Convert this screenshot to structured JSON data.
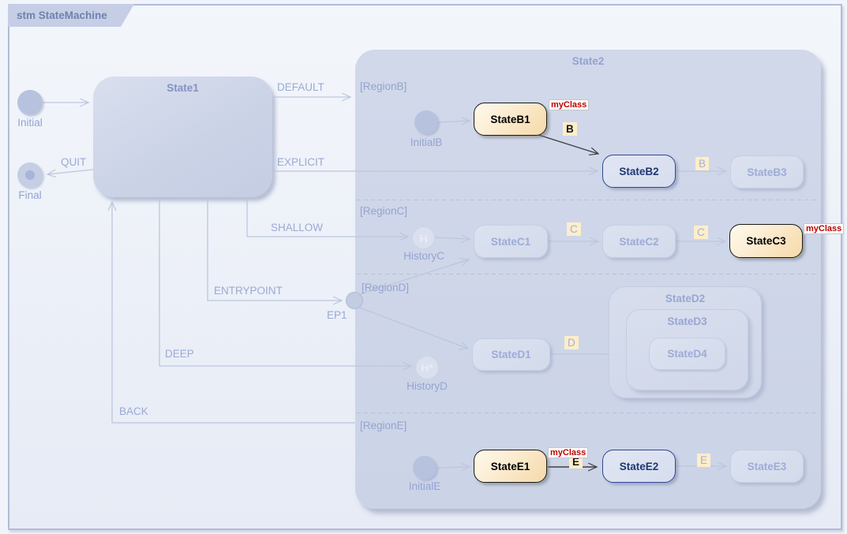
{
  "frame": {
    "tab_title": "stm StateMachine"
  },
  "diagram": {
    "state1_title": "State1",
    "state2_title": "State2",
    "initial_label": "Initial",
    "final_label": "Final"
  },
  "regions": {
    "b": "[RegionB]",
    "c": "[RegionC]",
    "d": "[RegionD]",
    "e": "[RegionE]"
  },
  "pseudostates": {
    "initial_b": "InitialB",
    "history_c": "HistoryC",
    "history_c_glyph": "H",
    "history_d": "HistoryD",
    "history_d_glyph": "H*",
    "initial_e": "InitialE",
    "entry_point": "EP1"
  },
  "states": {
    "b1": "StateB1",
    "b2": "StateB2",
    "b3": "StateB3",
    "c1": "StateC1",
    "c2": "StateC2",
    "c3": "StateC3",
    "d1": "StateD1",
    "d2": "StateD2",
    "d3": "StateD3",
    "d4": "StateD4",
    "e1": "StateE1",
    "e2": "StateE2",
    "e3": "StateE3"
  },
  "transitions": {
    "default": "DEFAULT",
    "quit": "QUIT",
    "explicit": "EXPLICIT",
    "shallow": "SHALLOW",
    "entrypoint": "ENTRYPOINT",
    "deep": "DEEP",
    "back": "BACK"
  },
  "events": {
    "b_dark": "B",
    "b_faded": "B",
    "c_left": "C",
    "c_right": "C",
    "d": "D",
    "e_dark": "E",
    "e_faded": "E"
  },
  "stereotypes": {
    "b1": "myClass",
    "c3": "myClass",
    "e1": "myClass"
  },
  "colors": {
    "highlight_fill": "#f6d9a8",
    "highlight_border": "#1a1a1a",
    "active_state_border": "#2e4896",
    "stereotype_text": "#c00000",
    "faded_ink": "#9dacd6",
    "line": "#bcc6dd",
    "dark_line": "#404040"
  }
}
